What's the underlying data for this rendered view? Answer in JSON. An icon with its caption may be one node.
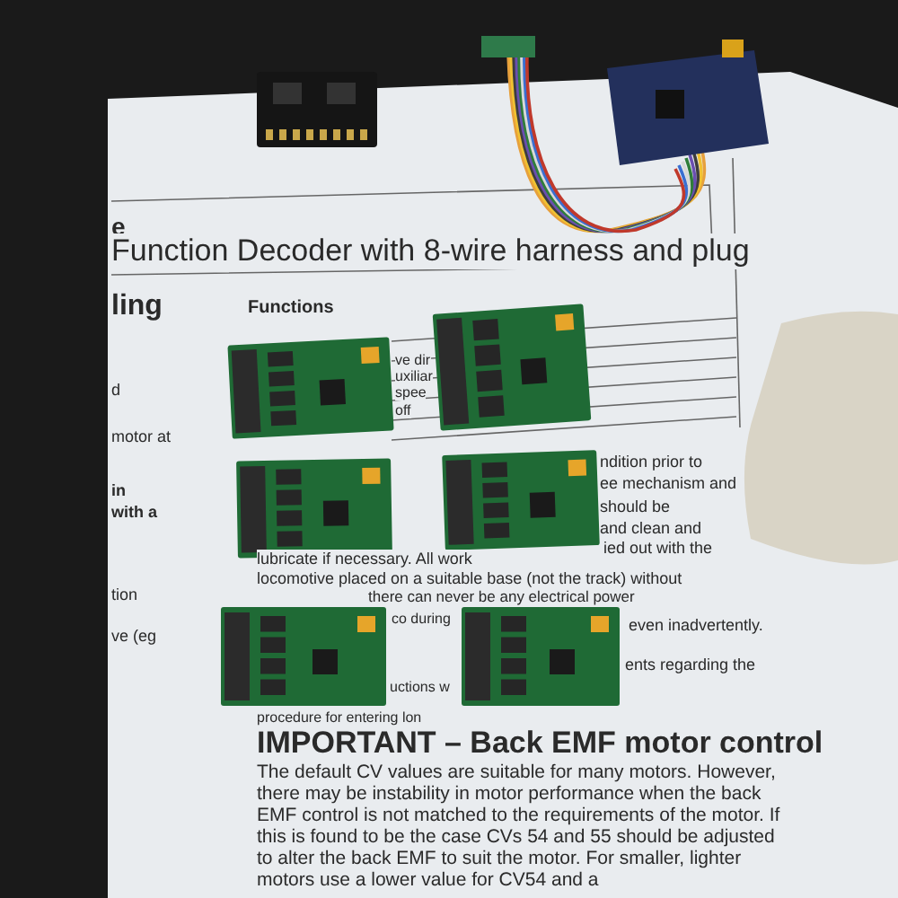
{
  "diagram": {
    "labels": [
      "e",
      "Function Decoder with 8-wire harness and plug",
      "ling",
      "Functions",
      "ve dir",
      "uxiliar",
      "spee",
      "off",
      "d",
      "motor at",
      "in",
      "with a",
      "ndition prior to",
      "ee mechanism and",
      "should be",
      "and clean and",
      "ied out with the",
      "lubricate if necessary. All work",
      "locomotive placed on a suitable base (not the track) without",
      "there can never be any electrical power",
      "co during",
      "even inadvertently.",
      "tion",
      "ve (eg",
      "ents regarding the",
      "uctions w",
      "procedure for entering lon",
      "IMPORTANT – Back EMF motor control",
      "The default CV values are suitable for many motors. However, there may be instability in motor performance when the back EMF control is not matched to the requirements of the motor. If this is found to be the case CVs 54 and 55 should be adjusted to alter the back EMF to suit the motor. For smaller, lighter motors use a lower value for CV54 and a"
    ]
  }
}
